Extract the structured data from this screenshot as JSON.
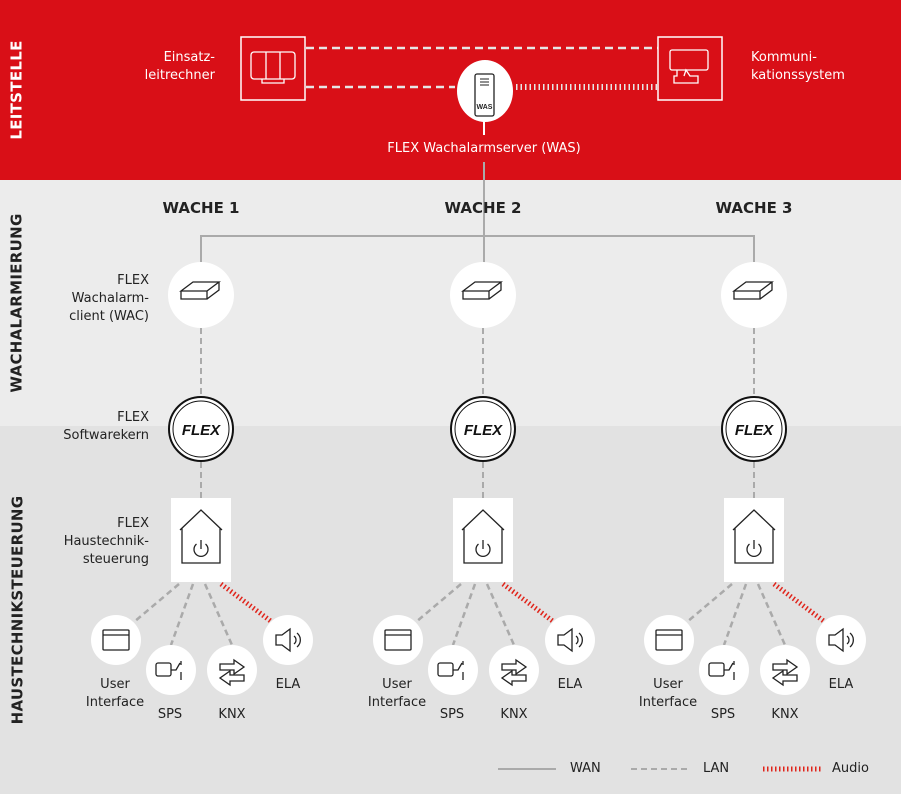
{
  "colors": {
    "red": "#d90f17",
    "band_mid": "#ececec",
    "band_low": "#e2e2e2",
    "wan": "#aaaaaa",
    "audio": "#e0241b"
  },
  "sections": {
    "leitstelle": "LEITSTELLE",
    "wachalarmierung": "WACHALARMIERUNG",
    "haustechnik": "HAUSTECHNIKSTEUERUNG"
  },
  "leitstelle": {
    "einsatz_line1": "Einsatz-",
    "einsatz_line2": "leitrechner",
    "komm_line1": "Kommuni-",
    "komm_line2": "kationssystem",
    "server_badge": "WAS",
    "server_label": "FLEX Wachalarmserver (WAS)"
  },
  "row_labels": {
    "wac": [
      "FLEX",
      "Wachalarm-",
      "client (WAC)"
    ],
    "kern": [
      "FLEX",
      "Softwarekern"
    ],
    "haus": [
      "FLEX",
      "Haustechnik-",
      "steuerung"
    ]
  },
  "flex_badge": "FLEX",
  "stations": [
    {
      "title": "WACHE 1"
    },
    {
      "title": "WACHE 2"
    },
    {
      "title": "WACHE 3"
    }
  ],
  "devices": {
    "ui_line1": "User",
    "ui_line2": "Interface",
    "sps": "SPS",
    "knx": "KNX",
    "ela": "ELA"
  },
  "legend": {
    "wan": "WAN",
    "lan": "LAN",
    "audio": "Audio"
  }
}
